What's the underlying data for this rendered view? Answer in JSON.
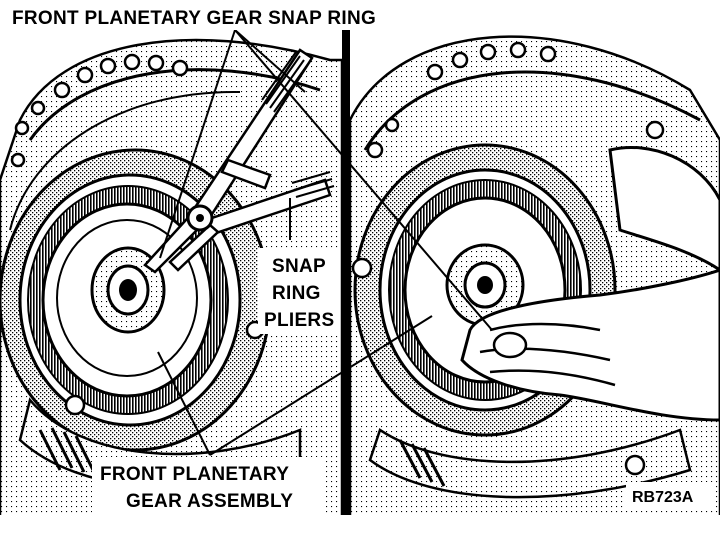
{
  "labels": {
    "snap_ring": "FRONT PLANETARY GEAR SNAP RING",
    "pliers_line1": "SNAP",
    "pliers_line2": "RING",
    "pliers_line3": "PLIERS",
    "assembly_line1": "FRONT PLANETARY",
    "assembly_line2": "GEAR ASSEMBLY"
  },
  "figure_id": "RB723A",
  "colors": {
    "ink": "#000000",
    "paper": "#ffffff"
  }
}
